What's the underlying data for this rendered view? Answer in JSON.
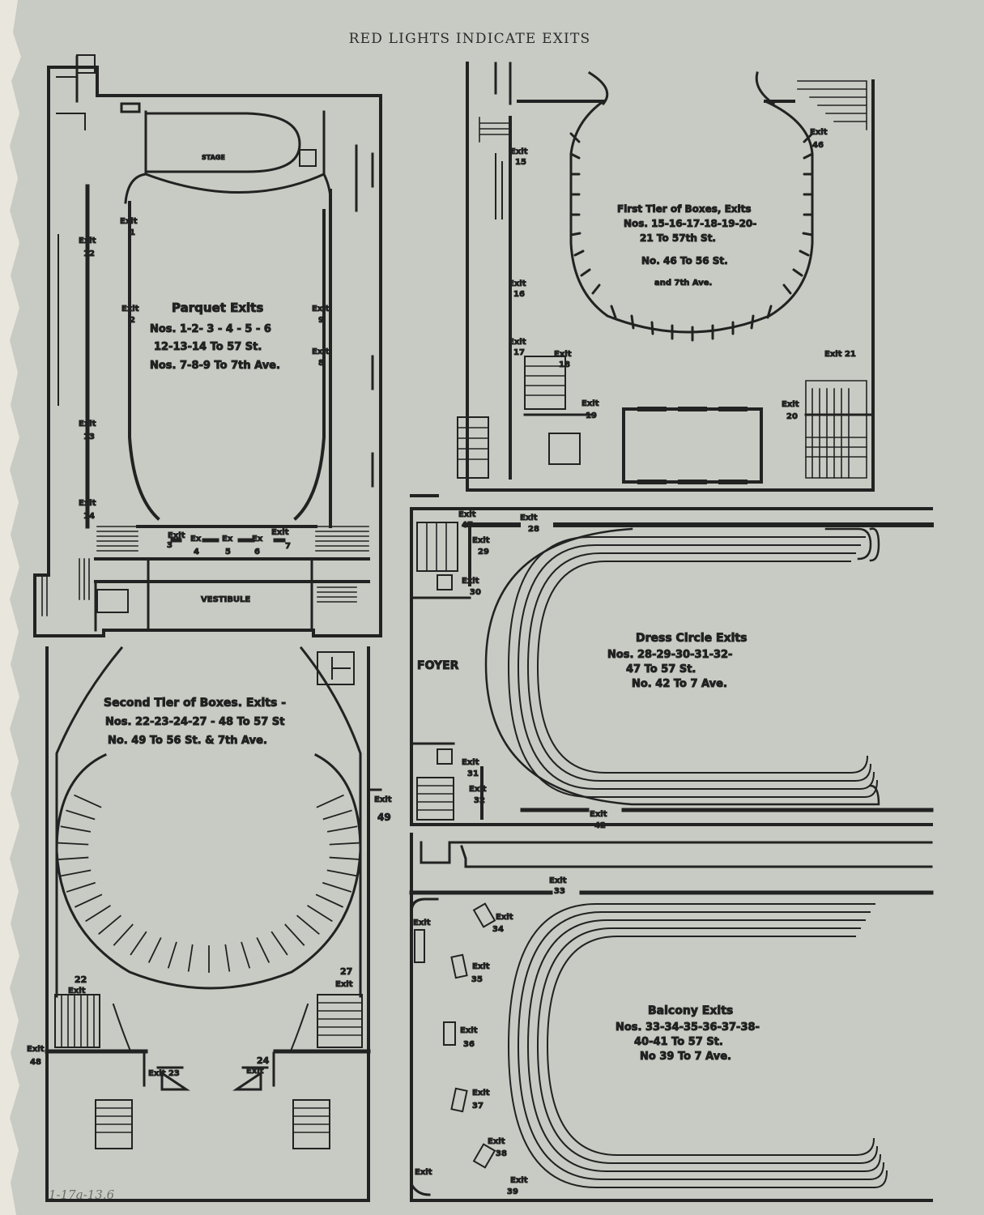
{
  "header": "RED LIGHTS INDICATE EXITS",
  "handwritten_note": "1-17a-13.6",
  "parquet": {
    "stage": "STAGE",
    "vestibule": "VESTIBULE",
    "title": "Parquet Exits",
    "line1": "Nos. 1-2- 3 - 4 - 5 - 6",
    "line2": "12-13-14 To 57 St.",
    "line3": "Nos. 7-8-9 To 7th Ave.",
    "exits": {
      "e1": "1",
      "e2": "2",
      "e3": "3",
      "e4": "4",
      "e5": "5",
      "e6": "6",
      "e7": "7",
      "e8": "8",
      "e9": "9",
      "e12": "12",
      "e13": "13",
      "e14": "14"
    }
  },
  "first_tier": {
    "title": "First Tier of Boxes, Exits",
    "line1": "Nos. 15-16-17-18-19-20-",
    "line2": "21 To 57th St.",
    "line3": "No. 46 To 56 St.",
    "line4": "and 7th Ave.",
    "exits": {
      "e15": "15",
      "e16": "16",
      "e17": "17",
      "e18": "18",
      "e19": "19",
      "e20": "20",
      "e21": "Exit 21",
      "e46": "46"
    }
  },
  "dress_circle": {
    "foyer": "FOYER",
    "title": "Dress Circle Exits",
    "line1": "Nos. 28-29-30-31-32-",
    "line2": "47 To 57 St.",
    "line3": "No. 42 To 7 Ave.",
    "exits": {
      "e28": "28",
      "e29": "29",
      "e30": "30",
      "e31": "31",
      "e32": "32",
      "e42": "42",
      "e47": "47"
    }
  },
  "second_tier": {
    "title": "Second Tier of Boxes. Exits -",
    "line1": "Nos. 22-23-24-27 - 48 To 57 St",
    "line2": "No. 49 To 56 St. & 7th Ave.",
    "exits": {
      "e22": "22",
      "e23": "Exit 23",
      "e24": "24",
      "e27": "27",
      "e48": "48",
      "e49": "49"
    }
  },
  "balcony": {
    "title": "Balcony Exits",
    "line1": "Nos. 33-34-35-36-37-38-",
    "line2": "40-41 To 57 St.",
    "line3": "No 39 To 7 Ave.",
    "exits": {
      "e33": "33",
      "e34": "34",
      "e35": "35",
      "e36": "36",
      "e37": "37",
      "e38": "38",
      "e39": "39"
    }
  },
  "exit_word": "Exit",
  "ex_word": "Ex"
}
